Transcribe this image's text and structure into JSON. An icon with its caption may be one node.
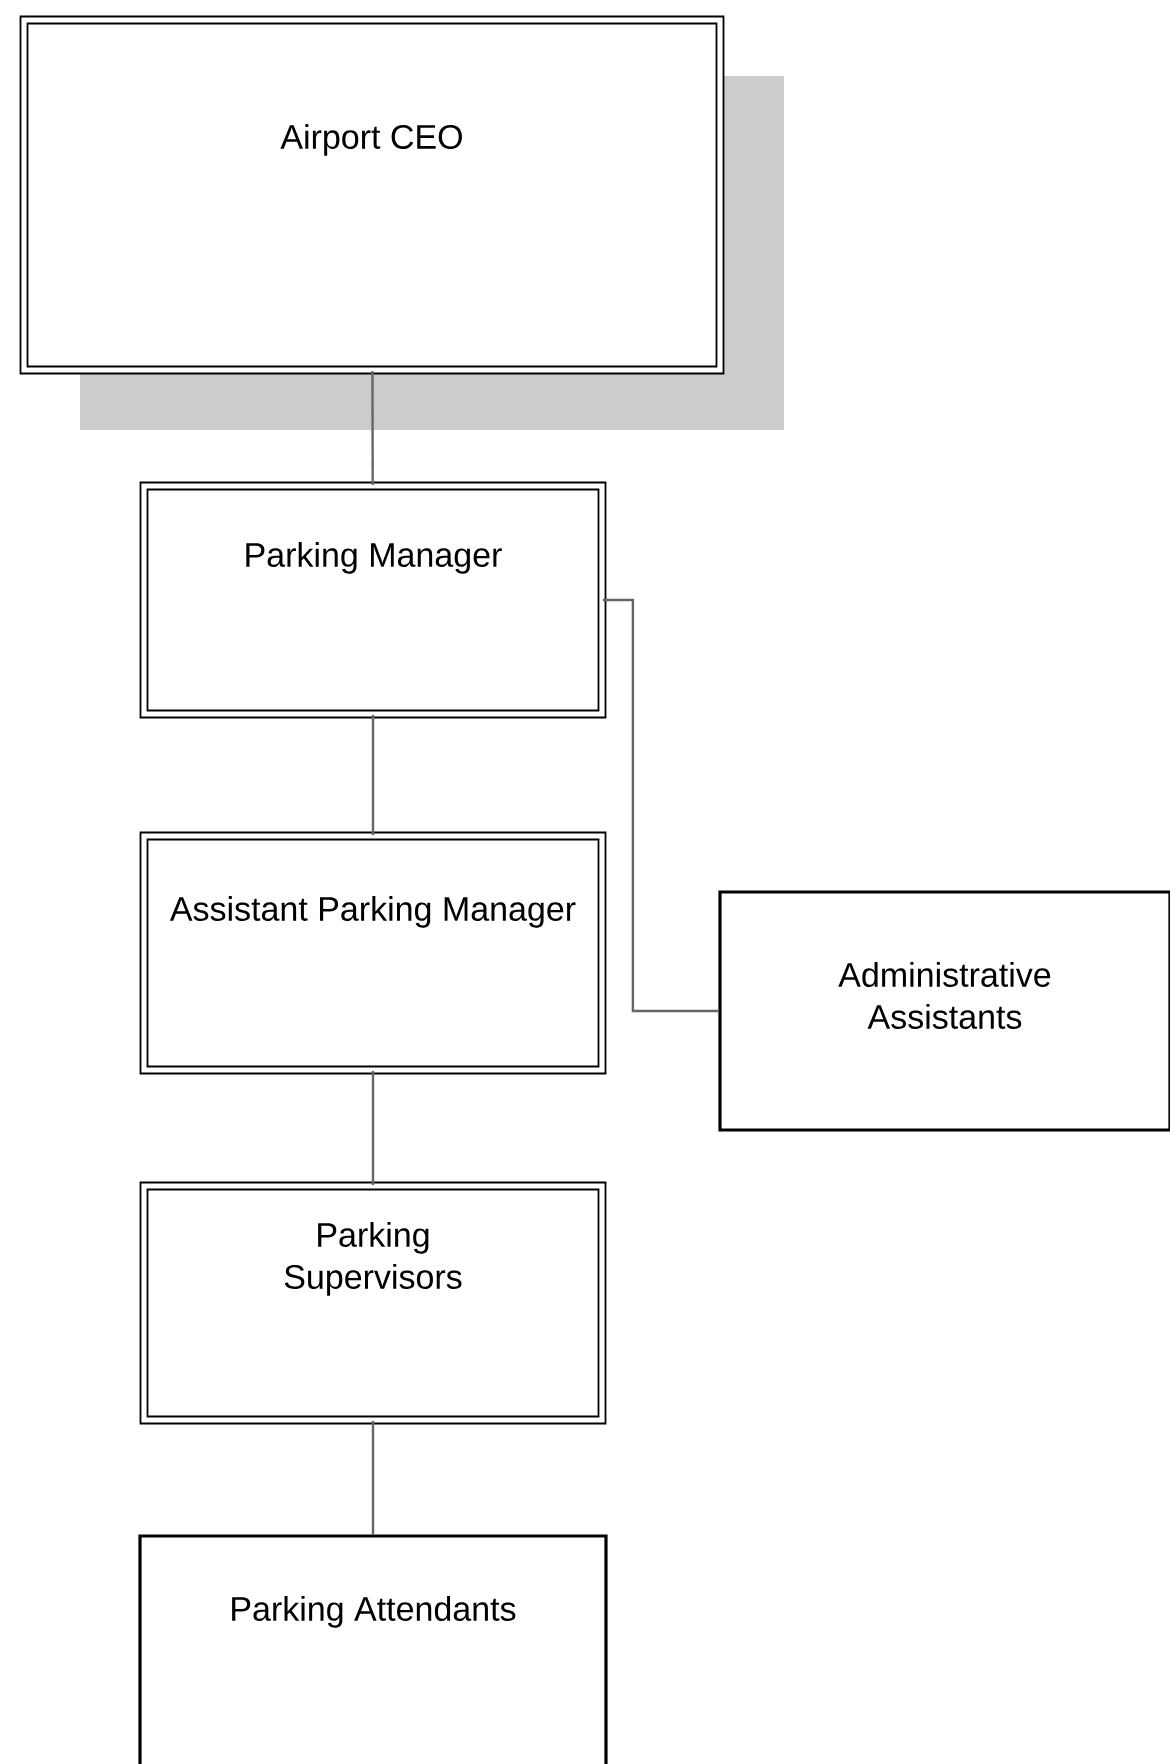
{
  "diagram": {
    "nodes": [
      {
        "text": [
          "Airport CEO"
        ]
      },
      {
        "text": [
          "Parking Manager"
        ]
      },
      {
        "text": [
          "Assistant Parking Manager"
        ]
      },
      {
        "text": [
          "Parking Supervisors"
        ]
      },
      {
        "text": [
          "Parking Attendants"
        ]
      },
      {
        "text": [
          "Administrative Assistants"
        ]
      }
    ],
    "edges": [
      {
        "from": 0,
        "to": 1,
        "arrow": "none"
      },
      {
        "from": 1,
        "to": 2,
        "arrow": "none"
      },
      {
        "from": 2,
        "to": 3,
        "arrow": "none"
      },
      {
        "from": 3,
        "to": 4,
        "arrow": "none"
      },
      {
        "from": 1,
        "to": 5,
        "arrow": "none"
      }
    ]
  }
}
